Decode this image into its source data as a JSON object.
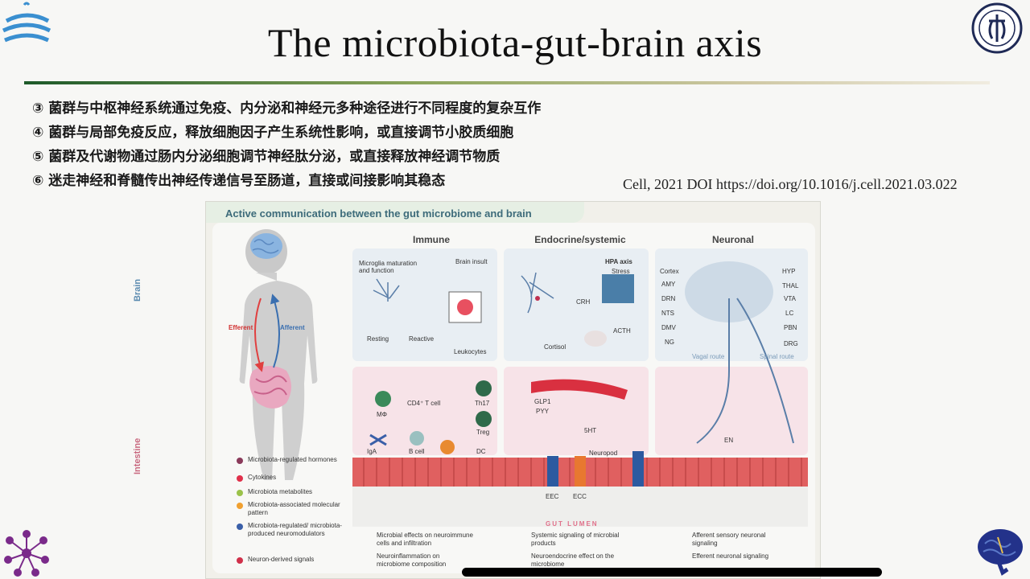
{
  "slide": {
    "title": "The microbiota-gut-brain axis",
    "bullets": [
      "③ 菌群与中枢神经系统通过免疫、内分泌和神经元多种途径进行不同程度的复杂互作",
      "④ 菌群与局部免疫反应，释放细胞因子产生系统性影响，或直接调节小胶质细胞",
      "⑤ 菌群及代谢物通过肠内分泌细胞调节神经肽分泌，或直接释放神经调节物质",
      "⑥ 迷走神经和脊髓传出神经传递信号至肠道，直接或间接影响其稳态"
    ],
    "citation": "Cell, 2021 DOI https://doi.org/10.1016/j.cell.2021.03.022"
  },
  "figure": {
    "title": "Active communication between the gut microbiome and brain",
    "columns": [
      "Immune",
      "Endocrine/systemic",
      "Neuronal"
    ],
    "region_labels": {
      "brain": "Brain",
      "intestine": "Intestine"
    },
    "body": {
      "efferent": "Efferent",
      "afferent": "Afferent"
    },
    "immune": {
      "microglia": "Microglia maturation and function",
      "brain_insult": "Brain insult",
      "resting": "Resting",
      "reactive": "Reactive",
      "leukocytes": "Leukocytes",
      "mphi": "MΦ",
      "cd4": "CD4⁺ T cell",
      "th17": "Th17",
      "treg": "Treg",
      "iga": "IgA",
      "bcell": "B cell",
      "dc": "DC"
    },
    "endocrine": {
      "hpa": "HPA axis",
      "stress": "Stress",
      "crh": "CRH",
      "acth": "ACTH",
      "cortisol": "Cortisol",
      "glp1": "GLP1",
      "pyy": "PYY",
      "sht": "5HT",
      "neuropod": "Neuropod",
      "eec": "EEC",
      "ecc": "ECC"
    },
    "neuronal": {
      "left": [
        "Cortex",
        "AMY",
        "DRN",
        "NTS",
        "DMV",
        "NG"
      ],
      "right": [
        "HYP",
        "THAL",
        "VTA",
        "LC",
        "PBN",
        "DRG"
      ],
      "vagal": "Vagal route",
      "spinal": "Spinal route",
      "en": "EN"
    },
    "gut_lumen": "GUT LUMEN",
    "legend": [
      {
        "label": "Microbiota-regulated hormones",
        "color": "#8a3a5a"
      },
      {
        "label": "Cytokines",
        "color": "#e0304a"
      },
      {
        "label": "Microbiota metabolites",
        "color": "#9bc24a"
      },
      {
        "label": "Microbiota-associated molecular pattern",
        "color": "#f0a030"
      },
      {
        "label": "Microbiota-regulated/ microbiota-produced neuromodulators",
        "color": "#3a5fa8"
      },
      {
        "label": "Neuron-derived signals",
        "color": "#d0304a"
      }
    ],
    "bottom_legend": [
      "Microbial effects on neuroimmune cells and infiltration",
      "Neuroinflammation on microbiome composition",
      "Systemic signaling of microbial products",
      "Neuroendocrine effect on the microbiome",
      "Afferent sensory neuronal signaling",
      "Efferent neuronal signaling"
    ]
  }
}
